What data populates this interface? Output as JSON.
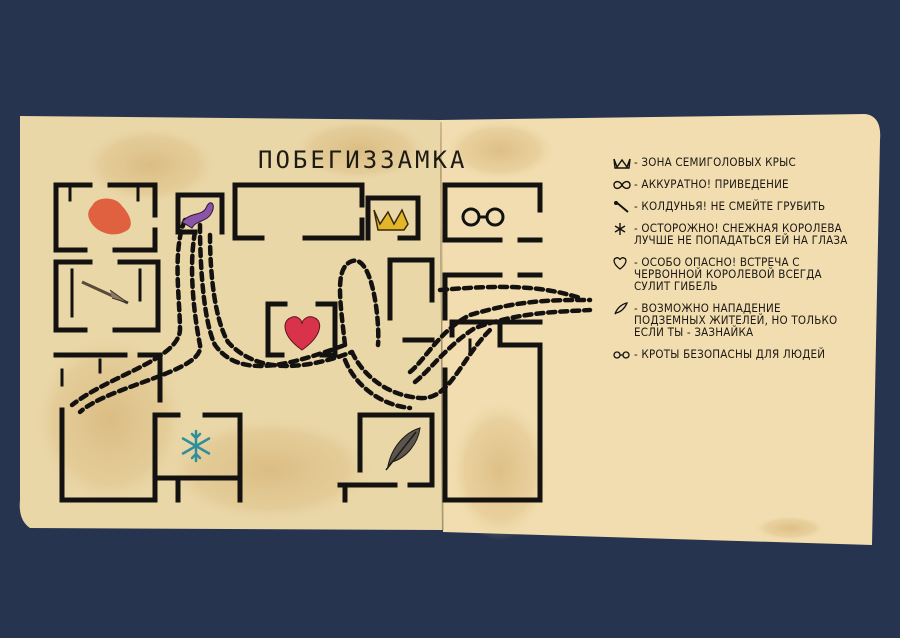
{
  "title": "ПОБЕГИЗЗАМКА",
  "legend": [
    {
      "icon": "crown-icon",
      "text": "- ЗОНА СЕМИГОЛОВЫХ КРЫС"
    },
    {
      "icon": "infinity-icon",
      "text": "- АККУРАТНО! ПРИВЕДЕНИЕ"
    },
    {
      "icon": "wand-icon",
      "text": "- КОЛДУНЬЯ! НЕ СМЕЙТЕ ГРУБИТЬ"
    },
    {
      "icon": "snowflake-icon",
      "text": "- ОСТОРОЖНО! СНЕЖНАЯ КОРОЛЕВА ЛУЧШЕ НЕ ПОПАДАТЬСЯ ЕЙ НА ГЛАЗА"
    },
    {
      "icon": "heart-icon",
      "text": "- ОСОБО ОПАСНО! ВСТРЕЧА С ЧЕРВОННОЙ КОРОЛЕВОЙ ВСЕГДА СУЛИТ ГИБЕЛЬ"
    },
    {
      "icon": "feather-icon",
      "text": "- ВОЗМОЖНО НАПАДЕНИЕ ПОДЗЕМНЫХ ЖИТЕЛЕЙ, НО ТОЛЬКО ЕСЛИ ТЫ - ЗАЗНАЙКА"
    },
    {
      "icon": "mole-glasses-icon",
      "text": "- КРОТЫ БЕЗОПАСНЫ ДЛЯ ЛЮДЕЙ"
    }
  ],
  "colors": {
    "background": "#27344f",
    "paper": "#ead9ae",
    "ink": "#141210",
    "heart": "#d8334a",
    "crown": "#e2b52a",
    "snowflake": "#2e8f9a",
    "blob": "#e0613f",
    "witch": "#8a55a8"
  }
}
